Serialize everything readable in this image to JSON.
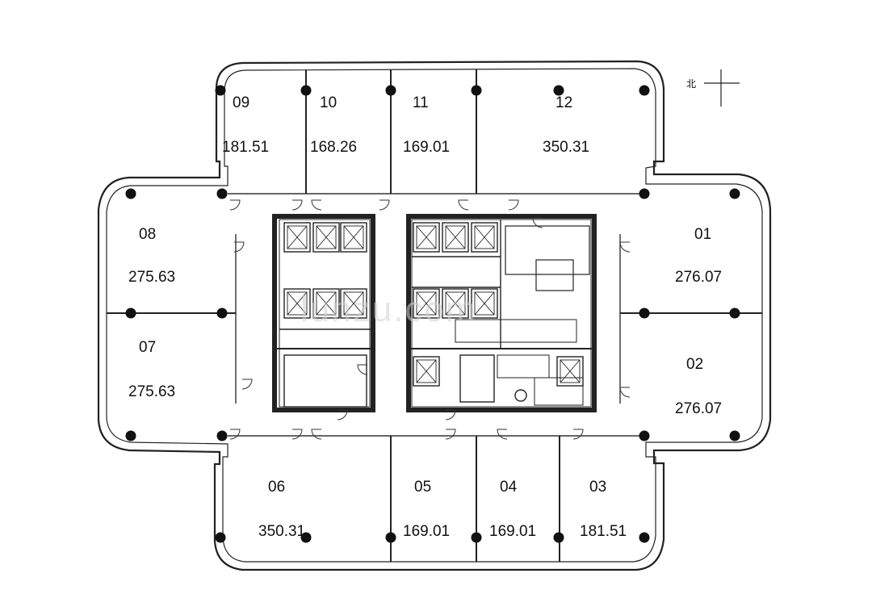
{
  "north_label": "北",
  "watermark": "lunzu.com",
  "units": [
    {
      "id": "01",
      "area": "276.07"
    },
    {
      "id": "02",
      "area": "276.07"
    },
    {
      "id": "03",
      "area": "181.51"
    },
    {
      "id": "04",
      "area": "169.01"
    },
    {
      "id": "05",
      "area": "169.01"
    },
    {
      "id": "06",
      "area": "350.31"
    },
    {
      "id": "07",
      "area": "275.63"
    },
    {
      "id": "08",
      "area": "275.63"
    },
    {
      "id": "09",
      "area": "181.51"
    },
    {
      "id": "10",
      "area": "168.26"
    },
    {
      "id": "11",
      "area": "169.01"
    },
    {
      "id": "12",
      "area": "350.31"
    }
  ]
}
